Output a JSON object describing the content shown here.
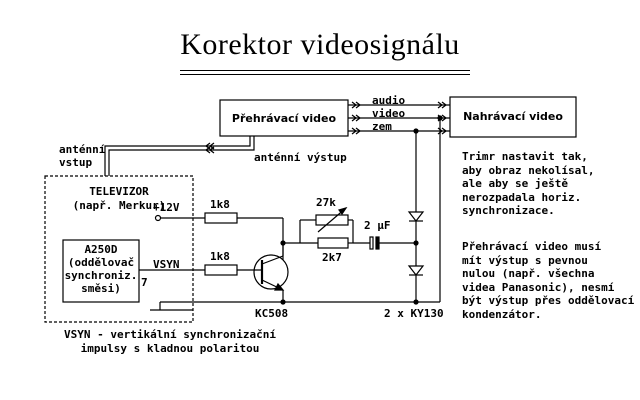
{
  "title": "Korektor  videosignálu",
  "blocks": {
    "player": "Přehrávací  video",
    "recorder": "Nahrávací video",
    "tv_line1": "TELEVIZOR",
    "tv_line2": "(např. Merkur)",
    "sep_line1": "A250D",
    "sep_line2": "(oddělovač",
    "sep_line3": "synchroniz.",
    "sep_line4": "směsi)",
    "sep_pin": "7"
  },
  "signals": {
    "audio": "audio",
    "video": "video",
    "zem": "zem",
    "antenna_in_1": "anténní",
    "antenna_in_2": "vstup",
    "antenna_out": "anténní výstup",
    "plus12": "+12V",
    "vsyn": "VSYN"
  },
  "components": {
    "r1": "1k8",
    "r2": "1k8",
    "trimmer": "27k",
    "r3": "2k7",
    "cap": "2 µF",
    "transistor": "KC508",
    "diodes": "2 x KY130"
  },
  "notes": {
    "vsyn_1": "VSYN - vertikální synchronizační",
    "vsyn_2": "impulsy s kladnou polaritou",
    "trim": [
      "Trimr nastavit tak,",
      "aby obraz nekolísal,",
      "ale aby se  ještě",
      "nerozpadala horiz.",
      "synchronizace."
    ],
    "player": [
      "Přehrávací video musí",
      "mít výstup s pevnou",
      "nulou (např. všechna",
      "videa Panasonic), nesmí",
      "být výstup přes oddělovací",
      "kondenzátor."
    ]
  }
}
